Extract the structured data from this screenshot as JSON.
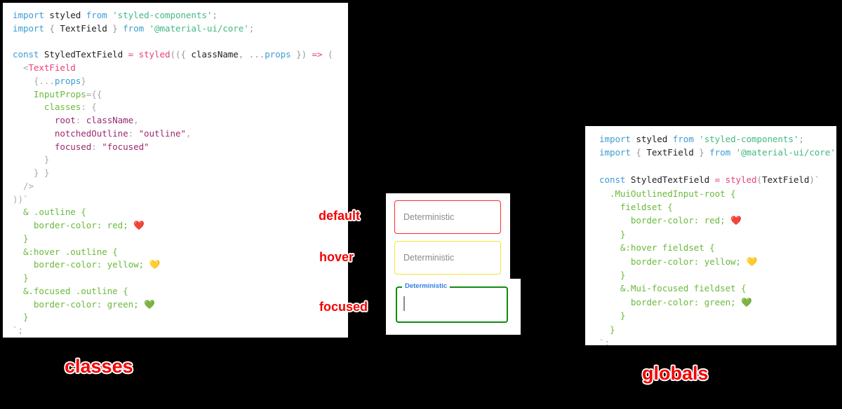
{
  "panels": {
    "classes": {
      "title": "classes",
      "code_lines": [
        [
          {
            "t": "import ",
            "c": "kw"
          },
          {
            "t": "styled ",
            "c": "plain"
          },
          {
            "t": "from ",
            "c": "kw"
          },
          {
            "t": "'styled-components'",
            "c": "str"
          },
          {
            "t": ";",
            "c": "punct"
          }
        ],
        [
          {
            "t": "import ",
            "c": "kw"
          },
          {
            "t": "{",
            "c": "punct"
          },
          {
            "t": " TextField ",
            "c": "plain"
          },
          {
            "t": "}",
            "c": "punct"
          },
          {
            "t": " from ",
            "c": "kw"
          },
          {
            "t": "'@material-ui/core'",
            "c": "str"
          },
          {
            "t": ";",
            "c": "punct"
          }
        ],
        [],
        [
          {
            "t": "const ",
            "c": "kw"
          },
          {
            "t": "StyledTextField ",
            "c": "plain"
          },
          {
            "t": "= ",
            "c": "op"
          },
          {
            "t": "styled",
            "c": "fn"
          },
          {
            "t": "((",
            "c": "punct"
          },
          {
            "t": "{",
            "c": "punct"
          },
          {
            "t": " className",
            "c": "plain"
          },
          {
            "t": ", ",
            "c": "punct"
          },
          {
            "t": "...",
            "c": "punct"
          },
          {
            "t": "props",
            "c": "blue"
          },
          {
            "t": " })",
            "c": "punct"
          },
          {
            "t": " => ",
            "c": "op"
          },
          {
            "t": "(",
            "c": "punct"
          }
        ],
        [
          {
            "t": "  <",
            "c": "grey"
          },
          {
            "t": "TextField",
            "c": "tag"
          }
        ],
        [
          {
            "t": "    {",
            "c": "grey"
          },
          {
            "t": "...",
            "c": "grey"
          },
          {
            "t": "props",
            "c": "blue"
          },
          {
            "t": "}",
            "c": "grey"
          }
        ],
        [
          {
            "t": "    InputProps",
            "c": "green"
          },
          {
            "t": "=",
            "c": "grey"
          },
          {
            "t": "{{",
            "c": "grey"
          }
        ],
        [
          {
            "t": "      classes",
            "c": "green"
          },
          {
            "t": ": ",
            "c": "grey"
          },
          {
            "t": "{",
            "c": "grey"
          }
        ],
        [
          {
            "t": "        root",
            "c": "prop"
          },
          {
            "t": ": ",
            "c": "grey"
          },
          {
            "t": "className",
            "c": "prop"
          },
          {
            "t": ",",
            "c": "grey"
          }
        ],
        [
          {
            "t": "        notchedOutline",
            "c": "prop"
          },
          {
            "t": ": ",
            "c": "grey"
          },
          {
            "t": "\"outline\"",
            "c": "prop"
          },
          {
            "t": ",",
            "c": "grey"
          }
        ],
        [
          {
            "t": "        focused",
            "c": "prop"
          },
          {
            "t": ": ",
            "c": "grey"
          },
          {
            "t": "\"focused\"",
            "c": "prop"
          }
        ],
        [
          {
            "t": "      }",
            "c": "grey"
          }
        ],
        [
          {
            "t": "    } }",
            "c": "grey"
          }
        ],
        [
          {
            "t": "  />",
            "c": "grey"
          }
        ],
        [
          {
            "t": "))`",
            "c": "grey"
          }
        ],
        [
          {
            "t": "  & .outline {",
            "c": "green"
          }
        ],
        [
          {
            "t": "    border-color: red; ",
            "c": "green"
          },
          {
            "t": "❤️",
            "c": "emoji"
          }
        ],
        [
          {
            "t": "  }",
            "c": "green"
          }
        ],
        [
          {
            "t": "  &:hover .outline {",
            "c": "green"
          }
        ],
        [
          {
            "t": "    border-color: yellow; ",
            "c": "green"
          },
          {
            "t": "💛",
            "c": "emoji"
          }
        ],
        [
          {
            "t": "  }",
            "c": "green"
          }
        ],
        [
          {
            "t": "  &.focused .outline {",
            "c": "green"
          }
        ],
        [
          {
            "t": "    border-color: green; ",
            "c": "green"
          },
          {
            "t": "💚",
            "c": "emoji"
          }
        ],
        [
          {
            "t": "  }",
            "c": "green"
          }
        ],
        [
          {
            "t": "`;",
            "c": "grey"
          }
        ]
      ]
    },
    "globals": {
      "title": "globals",
      "code_lines": [
        [
          {
            "t": "import ",
            "c": "kw"
          },
          {
            "t": "styled ",
            "c": "plain"
          },
          {
            "t": "from ",
            "c": "kw"
          },
          {
            "t": "'styled-components'",
            "c": "str"
          },
          {
            "t": ";",
            "c": "punct"
          }
        ],
        [
          {
            "t": "import ",
            "c": "kw"
          },
          {
            "t": "{",
            "c": "punct"
          },
          {
            "t": " TextField ",
            "c": "plain"
          },
          {
            "t": "}",
            "c": "punct"
          },
          {
            "t": " from ",
            "c": "kw"
          },
          {
            "t": "'@material-ui/core'",
            "c": "str"
          },
          {
            "t": ";",
            "c": "punct"
          }
        ],
        [],
        [
          {
            "t": "const ",
            "c": "kw"
          },
          {
            "t": "StyledTextField ",
            "c": "plain"
          },
          {
            "t": "= ",
            "c": "op"
          },
          {
            "t": "styled",
            "c": "fn"
          },
          {
            "t": "(",
            "c": "punct"
          },
          {
            "t": "TextField",
            "c": "plain"
          },
          {
            "t": ")`",
            "c": "punct"
          }
        ],
        [
          {
            "t": "  .MuiOutlinedInput-root {",
            "c": "green"
          }
        ],
        [
          {
            "t": "    fieldset {",
            "c": "green"
          }
        ],
        [
          {
            "t": "      border-color: red; ",
            "c": "green"
          },
          {
            "t": "❤️",
            "c": "emoji"
          }
        ],
        [
          {
            "t": "    }",
            "c": "green"
          }
        ],
        [
          {
            "t": "    &:hover fieldset {",
            "c": "green"
          }
        ],
        [
          {
            "t": "      border-color: yellow; ",
            "c": "green"
          },
          {
            "t": "💛",
            "c": "emoji"
          }
        ],
        [
          {
            "t": "    }",
            "c": "green"
          }
        ],
        [
          {
            "t": "    &.Mui-focused fieldset {",
            "c": "green"
          }
        ],
        [
          {
            "t": "      border-color: green; ",
            "c": "green"
          },
          {
            "t": "💚",
            "c": "emoji"
          }
        ],
        [
          {
            "t": "    }",
            "c": "green"
          }
        ],
        [
          {
            "t": "  }",
            "c": "green"
          }
        ],
        [
          {
            "t": "`;",
            "c": "grey"
          }
        ]
      ]
    }
  },
  "demo": {
    "states": {
      "default_label": "default",
      "hover_label": "hover",
      "focused_label": "focused"
    },
    "fields": {
      "default": {
        "text": "Deterministic",
        "border_color": "#ff2b2b"
      },
      "hover": {
        "text": "Deterministic",
        "border_color": "#f5e13c"
      },
      "focused": {
        "legend": "Deterministic",
        "border_color": "#118a11",
        "value": ""
      }
    }
  },
  "colors": {
    "background": "#000000",
    "panel": "#ffffff",
    "annotation": "#f50000",
    "red": "#ff2b2b",
    "yellow": "#f5e13c",
    "green": "#118a11",
    "legend_blue": "#2f7fe0"
  }
}
